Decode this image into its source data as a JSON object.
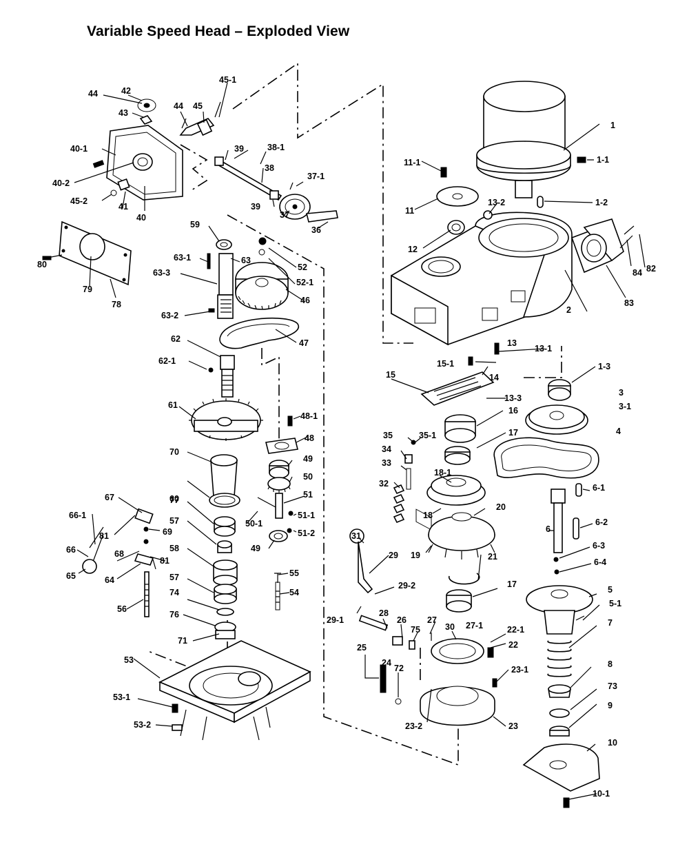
{
  "title": "Variable Speed Head – Exploded View",
  "labels": {
    "p1": "1",
    "p1_1": "1-1",
    "p1_2": "1-2",
    "p1_3": "1-3",
    "p2": "2",
    "p3": "3",
    "p3_1": "3-1",
    "p4": "4",
    "p5": "5",
    "p5_1": "5-1",
    "p6": "6",
    "p6_1": "6-1",
    "p6_2": "6-2",
    "p6_3": "6-3",
    "p6_4": "6-4",
    "p7": "7",
    "p8": "8",
    "p9": "9",
    "p10": "10",
    "p10_1": "10-1",
    "p11": "11",
    "p11_1": "11-1",
    "p12": "12",
    "p13": "13",
    "p13_1": "13-1",
    "p13_2": "13-2",
    "p13_3": "13-3",
    "p14": "14",
    "p15": "15",
    "p15_1": "15-1",
    "p16": "16",
    "p17a": "17",
    "p17b": "17",
    "p18": "18",
    "p18_1": "18-1",
    "p19": "19",
    "p20": "20",
    "p21": "21",
    "p22": "22",
    "p22_1": "22-1",
    "p23": "23",
    "p23_1": "23-1",
    "p23_2": "23-2",
    "p24": "24",
    "p25": "25",
    "p26": "26",
    "p27": "27",
    "p27_1": "27-1",
    "p28": "28",
    "p29": "29",
    "p29_1": "29-1",
    "p29_2": "29-2",
    "p30": "30",
    "p31": "31",
    "p32": "32",
    "p33": "33",
    "p34": "34",
    "p35": "35",
    "p35_1": "35-1",
    "p36": "36",
    "p37": "37",
    "p37_1": "37-1",
    "p38": "38",
    "p38_1": "38-1",
    "p39a": "39",
    "p39b": "39",
    "p40": "40",
    "p40_1": "40-1",
    "p40_2": "40-2",
    "p41": "41",
    "p42": "42",
    "p43": "43",
    "p44a": "44",
    "p44b": "44",
    "p45": "45",
    "p45_1": "45-1",
    "p45_2": "45-2",
    "p46": "46",
    "p47": "47",
    "p48": "48",
    "p48_1": "48-1",
    "p49a": "49",
    "p49b": "49",
    "p50": "50",
    "p50_1": "50-1",
    "p51": "51",
    "p51_1": "51-1",
    "p51_2": "51-2",
    "p52": "52",
    "p52_1": "52-1",
    "p53": "53",
    "p53_1": "53-1",
    "p53_2": "53-2",
    "p54": "54",
    "p55": "55",
    "p56": "56",
    "p57a": "57",
    "p57b": "57",
    "p58": "58",
    "p59": "59",
    "p60": "60",
    "p61": "61",
    "p62": "62",
    "p62_1": "62-1",
    "p63": "63",
    "p63_1": "63-1",
    "p63_2": "63-2",
    "p63_3": "63-3",
    "p64": "64",
    "p65": "65",
    "p66": "66",
    "p66_1": "66-1",
    "p67": "67",
    "p68": "68",
    "p69": "69",
    "p70": "70",
    "p71": "71",
    "p72": "72",
    "p73": "73",
    "p74": "74",
    "p75": "75",
    "p76": "76",
    "p77": "77",
    "p78": "78",
    "p79": "79",
    "p80": "80",
    "p81a": "81",
    "p81b": "81",
    "p82": "82",
    "p83": "83",
    "p84": "84"
  }
}
